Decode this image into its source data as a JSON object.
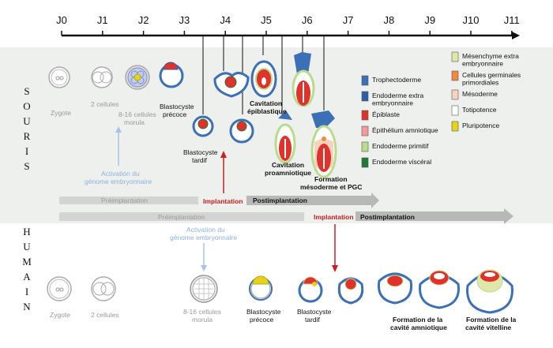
{
  "timeline": {
    "days": [
      "J0",
      "J1",
      "J2",
      "J3",
      "J4",
      "J5",
      "J6",
      "J7",
      "J8",
      "J9",
      "J10",
      "J11"
    ]
  },
  "species": {
    "mouse": [
      "S",
      "O",
      "U",
      "R",
      "I",
      "S"
    ],
    "human": [
      "H",
      "U",
      "M",
      "A",
      "I",
      "N"
    ]
  },
  "mouse": {
    "stages": {
      "zygote": "Zygote",
      "two_cells": "2 cellules",
      "morula": [
        "8-16 cellules",
        "morula"
      ],
      "early_blastocyst": [
        "Blastocyste",
        "précoce"
      ],
      "late_blastocyst": [
        "Blastocyste",
        "tardif"
      ],
      "cavitation_epi": [
        "Cavitation",
        "épiblastique"
      ],
      "cavitation_pro": [
        "Cavitation",
        "proamniotique"
      ],
      "formation": [
        "Formation",
        "mésoderme et PGC"
      ]
    },
    "activation": [
      "Activation du",
      "génome embryonnaire"
    ],
    "preimplantation": "Préimplantation",
    "implantation": "Implantation",
    "postimplantation": "Postimplantation"
  },
  "human": {
    "preimplantation": "Préimplantation",
    "implantation": "Implantation",
    "postimplantation": "Postimplantation",
    "activation": [
      "Activation du",
      "génome embryonnaire"
    ],
    "stages": {
      "zygote": "Zygote",
      "two_cells": "2 cellules",
      "morula": [
        "8-16 cellules",
        "morula"
      ],
      "early_blastocyst": [
        "Blastocyste",
        "précoce"
      ],
      "late_blastocyst": [
        "Blastocyste",
        "tardif"
      ],
      "amniotic": [
        "Formation de la",
        "cavité amniotique"
      ],
      "yolk": [
        "Formation de la",
        "cavité vitelline"
      ]
    }
  },
  "legend": {
    "left": [
      {
        "label": [
          "Trophectoderme"
        ],
        "color": "#3b6fb6",
        "icon": "trophectoderm-swatch"
      },
      {
        "label": [
          "Endoderme extra",
          "embryonnaire"
        ],
        "color": "#2f5ea8",
        "icon": "extraembryonic-endoderm-swatch"
      },
      {
        "label": [
          "Épiblaste"
        ],
        "color": "#e0312b",
        "icon": "epiblast-swatch"
      },
      {
        "label": [
          "Épithélium amniotique"
        ],
        "color": "#f39a9a",
        "icon": "amniotic-epithelium-swatch"
      },
      {
        "label": [
          "Endoderme primitif"
        ],
        "color": "#b9dc8a",
        "icon": "primitive-endoderm-swatch"
      },
      {
        "label": [
          "Endoderme viscéral"
        ],
        "color": "#1f7a3a",
        "icon": "visceral-endoderm-swatch"
      }
    ],
    "right": [
      {
        "label": [
          "Mésenchyme extra",
          "embryonnaire"
        ],
        "color": "#dfe8a8",
        "icon": "extraembryonic-mesenchyme-swatch"
      },
      {
        "label": [
          "Cellules germinales",
          "primordiales"
        ],
        "color": "#f08a3c",
        "icon": "primordial-germ-cells-swatch"
      },
      {
        "label": [
          "Mésoderme"
        ],
        "color": "#f6d2bf",
        "icon": "mesoderm-swatch"
      },
      {
        "label": [
          "Totipotence"
        ],
        "color": "#ffffff",
        "icon": "totipotency-swatch"
      },
      {
        "label": [
          "Pluripotence"
        ],
        "color": "#e6d21a",
        "icon": "pluripotency-swatch"
      }
    ]
  }
}
